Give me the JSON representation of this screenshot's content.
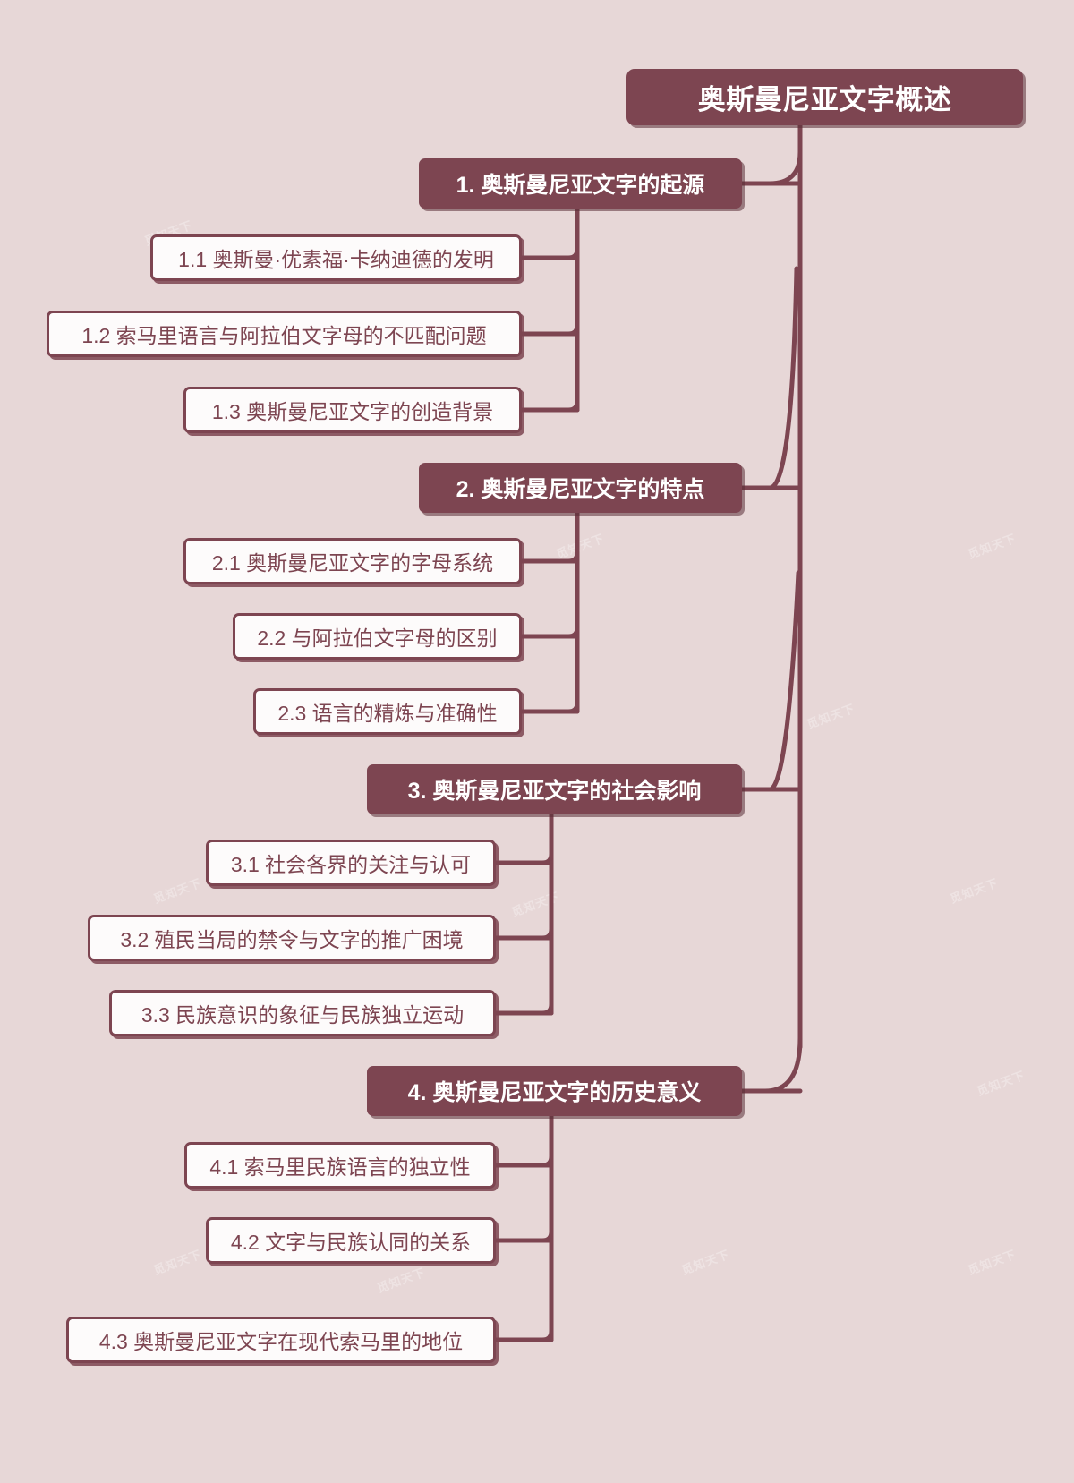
{
  "theme": {
    "background": "#e7d7d7",
    "accent": "#7d4551",
    "node_fill": "#fdfbfb",
    "title_text": "#ffffff"
  },
  "watermark": "觅知天下",
  "mindmap": {
    "title": "奥斯曼尼亚文字概述",
    "branches": [
      {
        "label": "1. 奥斯曼尼亚文字的起源",
        "children": [
          "1.1 奥斯曼·优素福·卡纳迪德的发明",
          "1.2 索马里语言与阿拉伯文字母的不匹配问题",
          "1.3 奥斯曼尼亚文字的创造背景"
        ]
      },
      {
        "label": "2. 奥斯曼尼亚文字的特点",
        "children": [
          "2.1 奥斯曼尼亚文字的字母系统",
          "2.2 与阿拉伯文字母的区别",
          "2.3 语言的精炼与准确性"
        ]
      },
      {
        "label": "3. 奥斯曼尼亚文字的社会影响",
        "children": [
          "3.1 社会各界的关注与认可",
          "3.2 殖民当局的禁令与文字的推广困境",
          "3.3 民族意识的象征与民族独立运动"
        ]
      },
      {
        "label": "4. 奥斯曼尼亚文字的历史意义",
        "children": [
          "4.1 索马里民族语言的独立性",
          "4.2 文字与民族认同的关系",
          "4.3 奥斯曼尼亚文字在现代索马里的地位"
        ]
      }
    ]
  }
}
